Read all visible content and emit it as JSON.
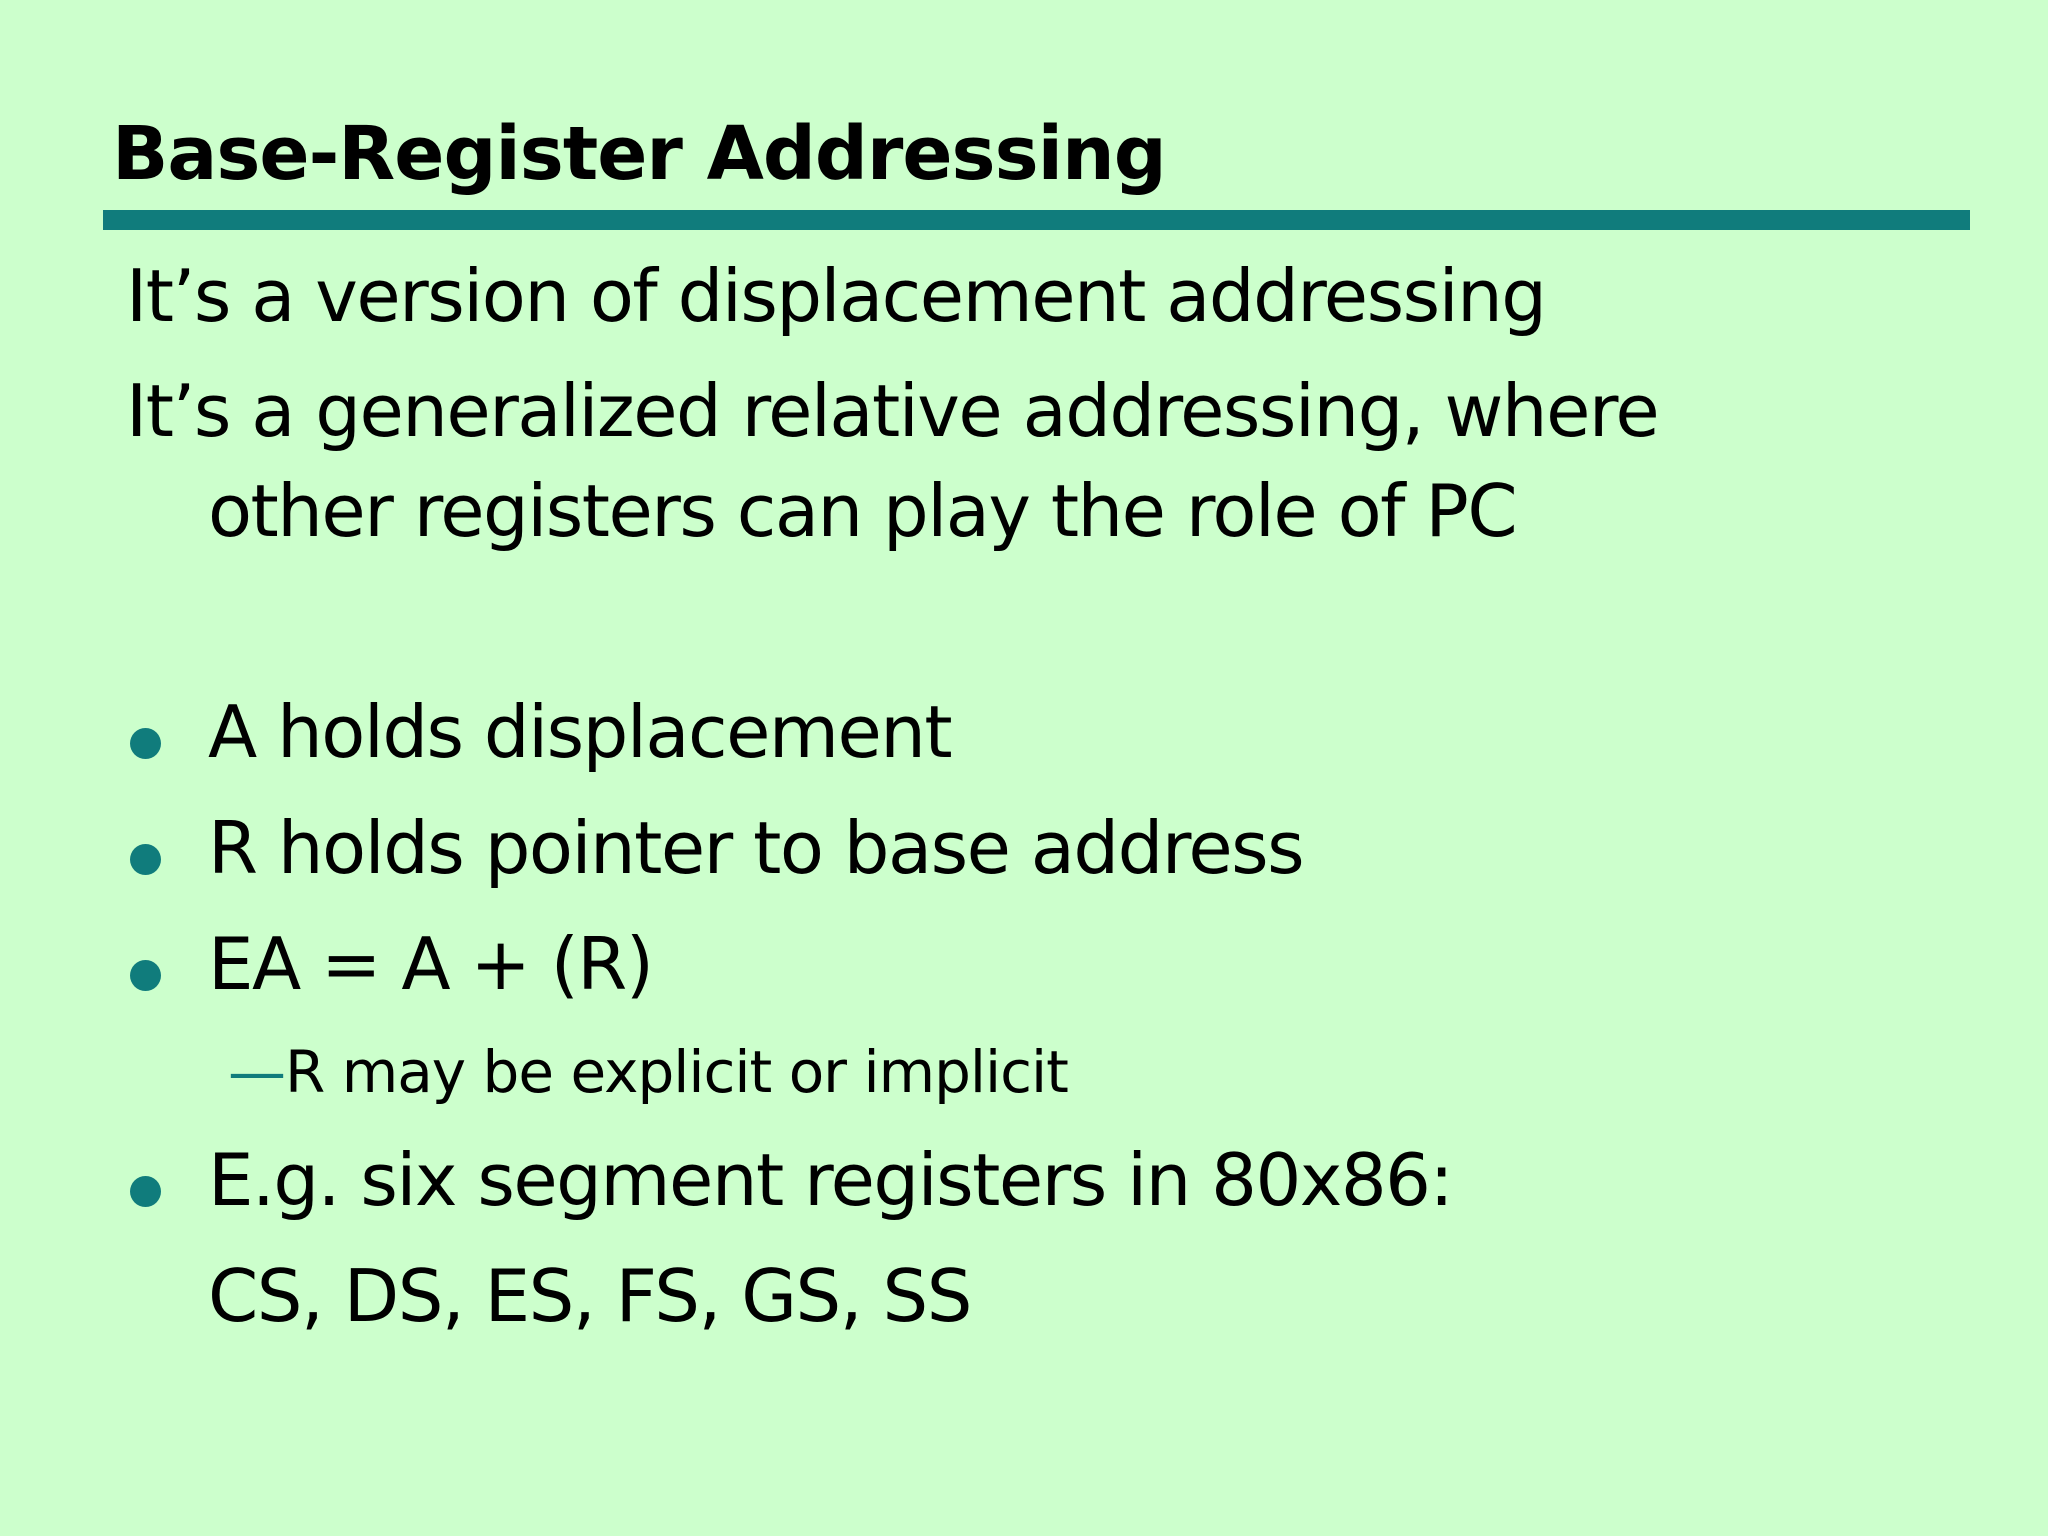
{
  "slide": {
    "title": "Base-Register Addressing",
    "intro": {
      "p1_line1": "It’s a version of displacement addressing",
      "p2_line1": "It’s a generalized relative addressing, where",
      "p2_line2": "other registers can play the role of PC"
    },
    "bullets": [
      {
        "level": 1,
        "marker": "dot",
        "text": "A holds displacement"
      },
      {
        "level": 1,
        "marker": "dot",
        "text": "R holds pointer to base address"
      },
      {
        "level": 1,
        "marker": "dot",
        "text": "EA = A + (R)"
      },
      {
        "level": 2,
        "marker": "dash",
        "dash": "—",
        "text": "R may be explicit or implicit"
      },
      {
        "level": 1,
        "marker": "dot",
        "text": "E.g. six segment registers in 80x86:"
      },
      {
        "level": 1,
        "marker": "none",
        "text": "CS, DS, ES, FS, GS, SS"
      }
    ],
    "colors": {
      "background": "#ccffcc",
      "accent": "#107c7c",
      "text": "#000000"
    }
  }
}
